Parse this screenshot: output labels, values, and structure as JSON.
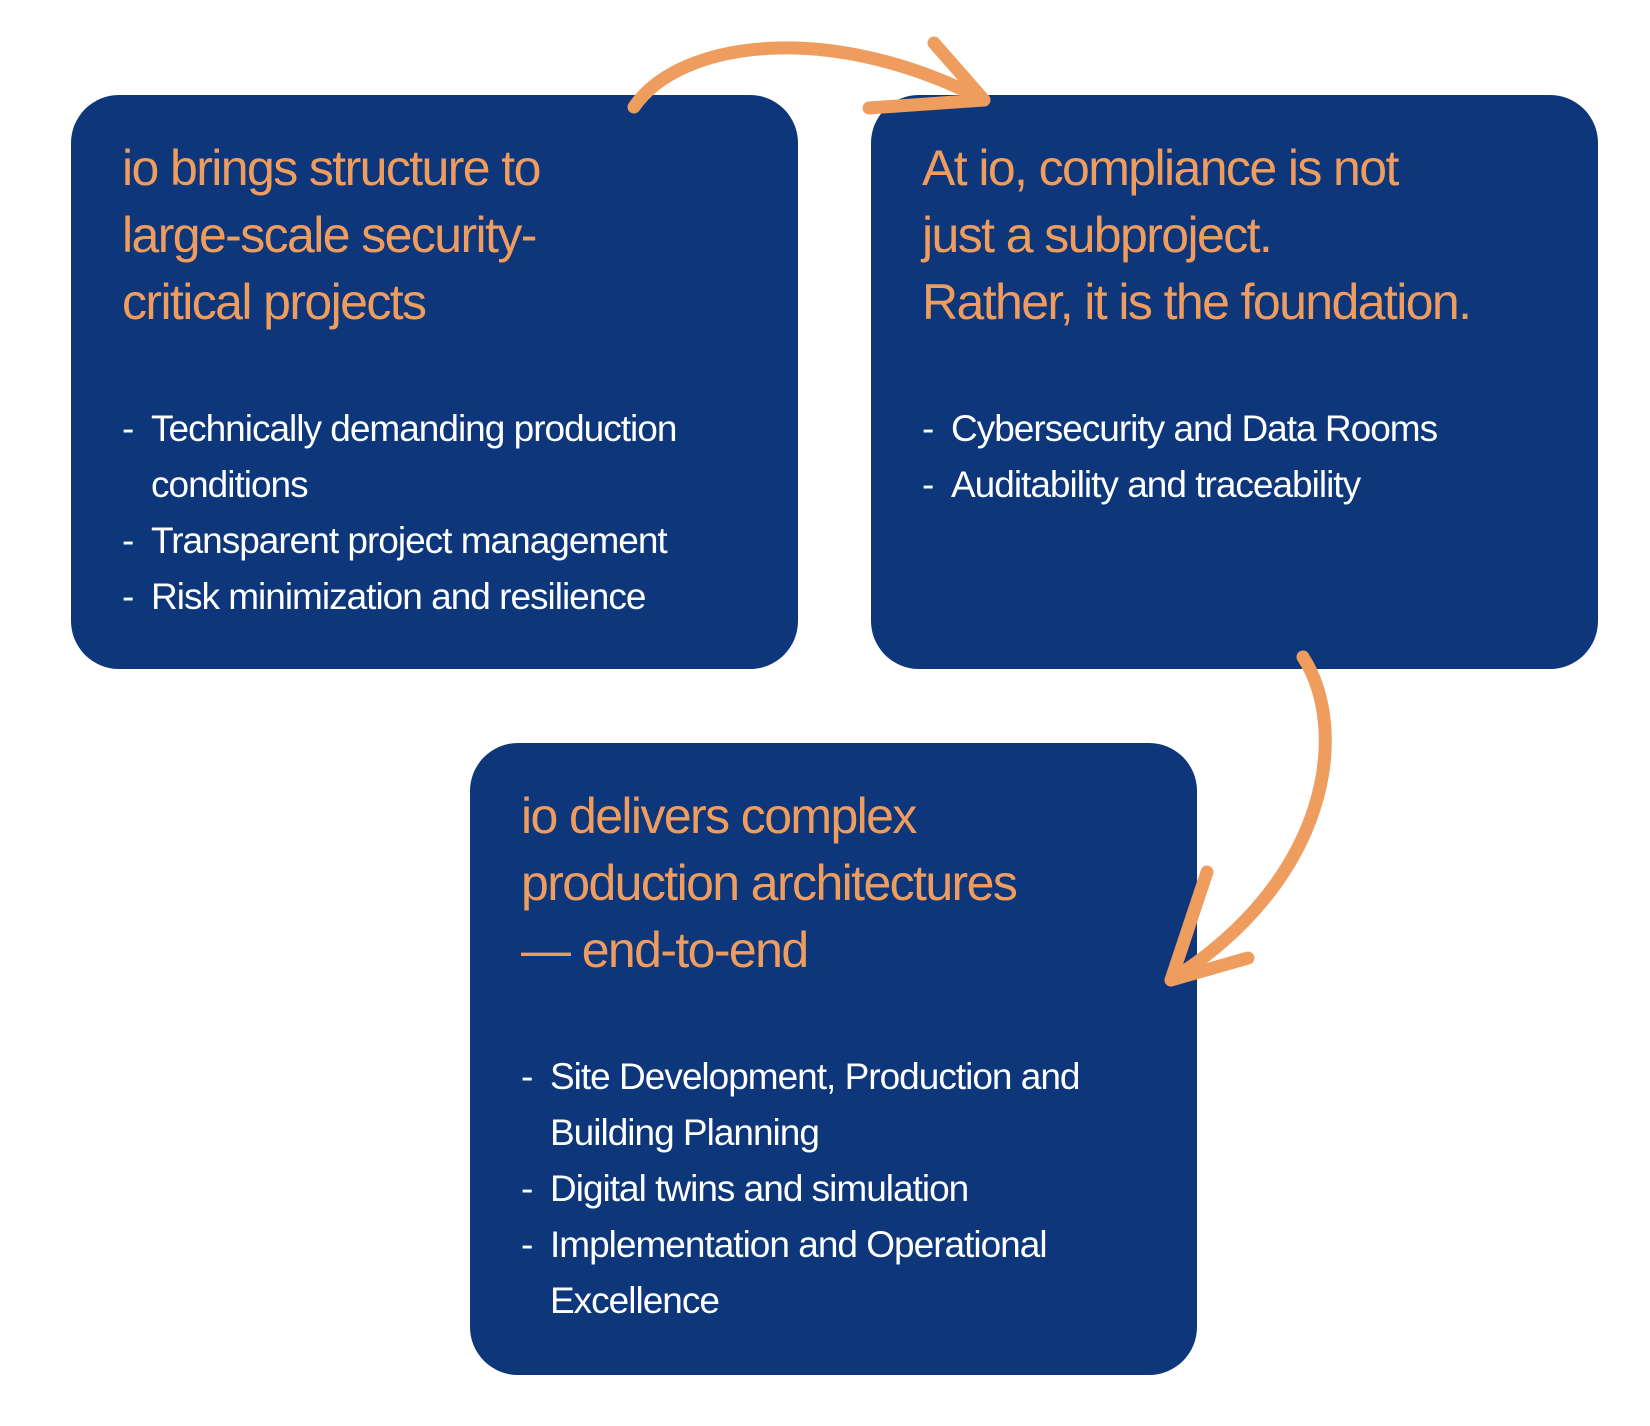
{
  "theme": {
    "card_color": "#0e367b",
    "title_color": "#ef9d5e",
    "text_color": "#ffffff",
    "arrow_color": "#ef9d5e",
    "background": "#ffffff"
  },
  "cards": [
    {
      "title_lines": [
        "io brings structure to",
        "large-scale security-",
        "critical projects"
      ],
      "bullets": [
        {
          "dash": "-",
          "lines": [
            "Technically demanding production",
            "conditions"
          ]
        },
        {
          "dash": "-",
          "lines": [
            "Transparent project management"
          ]
        },
        {
          "dash": "-",
          "lines": [
            "Risk minimization and resilience"
          ]
        }
      ]
    },
    {
      "title_lines": [
        "At io, compliance is not",
        "just a subproject.",
        "Rather, it is the foundation."
      ],
      "bullets": [
        {
          "dash": "-",
          "lines": [
            "Cybersecurity and Data Rooms"
          ]
        },
        {
          "dash": "-",
          "lines": [
            "Auditability and traceability"
          ]
        }
      ]
    },
    {
      "title_lines": [
        "io delivers complex",
        "production architectures",
        "— end-to-end"
      ],
      "bullets": [
        {
          "dash": "-",
          "lines": [
            "Site Development, Production and",
            "Building Planning"
          ]
        },
        {
          "dash": "-",
          "lines": [
            "Digital twins and simulation"
          ]
        },
        {
          "dash": "-",
          "lines": [
            "Implementation and Operational",
            "Excellence"
          ]
        }
      ]
    }
  ],
  "arrows": [
    {
      "from": "card-1",
      "to": "card-2",
      "icon": "curved-arrow-icon"
    },
    {
      "from": "card-2",
      "to": "card-3",
      "icon": "curved-arrow-icon"
    }
  ]
}
